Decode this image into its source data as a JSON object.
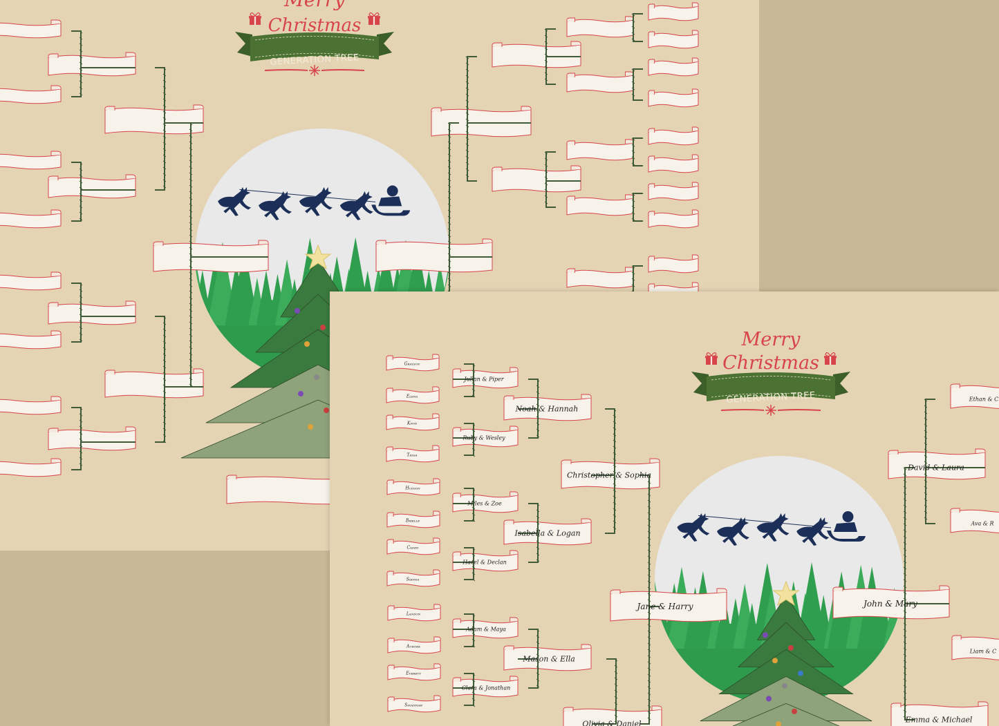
{
  "header": {
    "merry": "Merry",
    "christmas": "Christmas",
    "subtitle": "GENERATION TREE"
  },
  "colors": {
    "paper": "#e5d4b4",
    "background": "#c9b896",
    "ribbon_green": "#4b7233",
    "accent_red": "#d7444a",
    "branch_green": "#3f5a37",
    "moon": "#e8e9e8",
    "forest": "#2e9a4c",
    "sleigh_navy": "#1c2f58"
  },
  "icons": [
    "gift-icon",
    "snowflake-icon",
    "reindeer-sleigh-icon",
    "christmas-tree-icon",
    "star-icon"
  ],
  "names": {
    "great_grandchildren": [
      "Grayson",
      "Elena",
      "Knox",
      "Tessa",
      "Hudson",
      "Brielle",
      "Caden",
      "Sienna",
      "Landon",
      "Aurora",
      "Everett",
      "Savannah"
    ],
    "grandchildren": [
      "Julian & Piper",
      "Ruby & Wesley",
      "Miles & Zoe",
      "Hazel & Declan",
      "Adam & Maya",
      "Clara & Jonathan"
    ],
    "children": [
      "Noah & Hannah",
      "Isabella & Logan",
      "Mason & Ella"
    ],
    "parents": [
      "Christopher & Sophia",
      "Olivia & Daniel"
    ],
    "left_root": "Jane & Harry",
    "right_root": "John & Mary",
    "right_parents": [
      "David & Laura",
      "Emma & Michael"
    ],
    "right_children": [
      "Ethan & C",
      "Ava & R",
      "Liam & C"
    ]
  }
}
